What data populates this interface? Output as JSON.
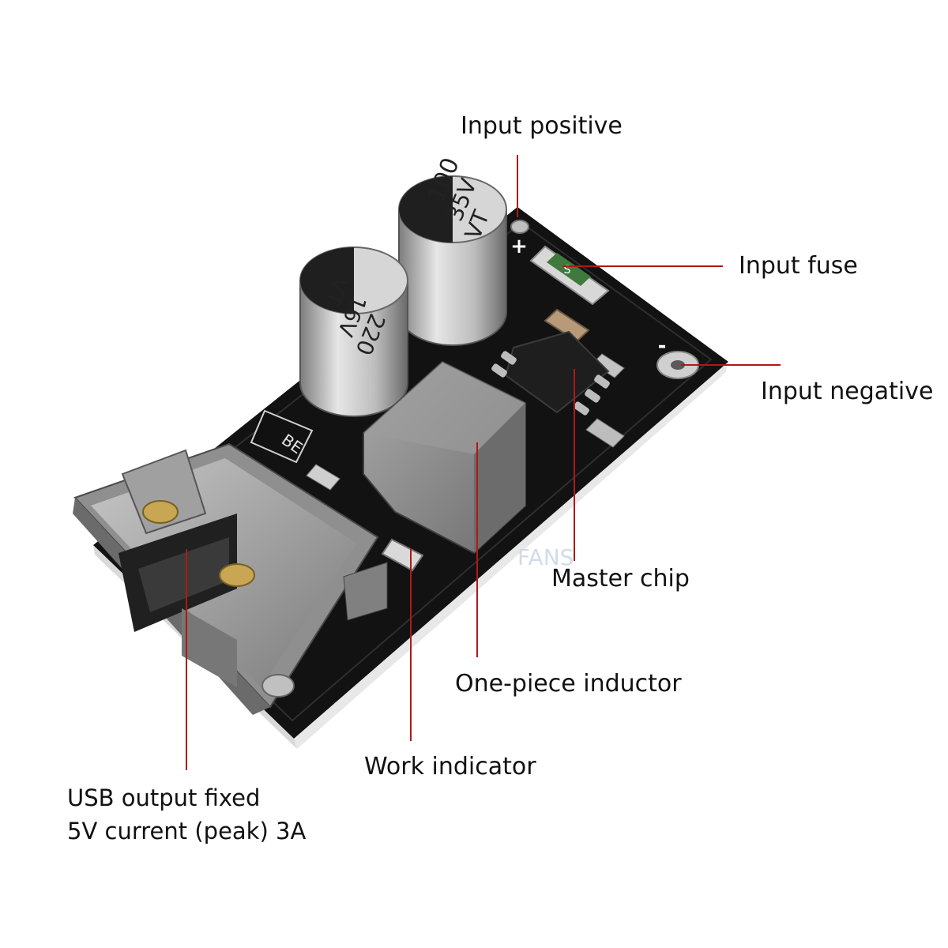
{
  "labels": {
    "input_positive": "Input positive",
    "input_fuse": "Input fuse",
    "input_negative": "Input negative",
    "master_chip": "Master chip",
    "one_piece_inductor": "One-piece inductor",
    "work_indicator": "Work indicator",
    "usb_output_line1": "USB output fixed",
    "usb_output_line2": "5V current (peak) 3A"
  },
  "board_markings": {
    "cap_large_value": "100",
    "cap_large_voltage": "35V",
    "cap_large_series": "VT",
    "cap_small_value": "220",
    "cap_small_voltage": "16V",
    "cap_small_series": "VT",
    "plus_sign": "+",
    "minus_sign": "-",
    "fuse_marking": "S",
    "diode_marking": "BE"
  },
  "watermark": "FANS",
  "colors": {
    "callout_line": "#b01818",
    "pcb": "#121212",
    "capacitor": "#c9c9c9",
    "connector": "#9a9a9a",
    "text": "#111111"
  }
}
